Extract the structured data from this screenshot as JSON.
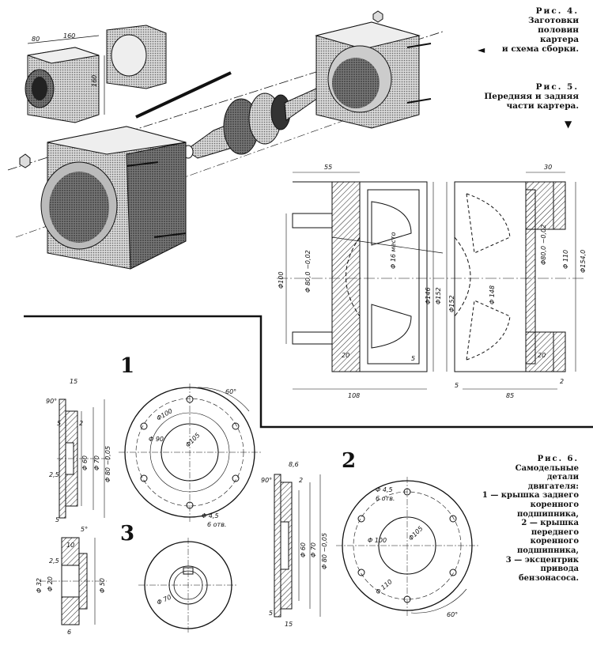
{
  "fig4": {
    "label": "Рис. 4.",
    "lines": [
      "Заготовки",
      "половин",
      "картера",
      "и схема сборки."
    ],
    "arrow": "◄"
  },
  "fig5": {
    "label": "Рис. 5.",
    "lines": [
      "Передняя и задняя",
      "части картера."
    ],
    "arrow": "▼"
  },
  "fig6": {
    "label": "Рис. 6.",
    "lines": [
      "Самодельные",
      "детали",
      "двигателя:",
      "1 — крышка заднего",
      "коренного",
      "подшипника,",
      "2 — крышка",
      "переднего",
      "коренного",
      "подшипника,",
      "3 — эксцентрик",
      "привода",
      "бензонасоса."
    ]
  },
  "part_numbers": {
    "p1": "1",
    "p2": "2",
    "p3": "3"
  },
  "dims_blanks": {
    "d80": "80",
    "d160a": "160",
    "d160b": "160"
  },
  "dims_crankcase": {
    "d55": "55",
    "d30": "30",
    "d108": "108",
    "d85": "85",
    "d20a": "20",
    "d20b": "20",
    "d5a": "5",
    "d5b": "5",
    "d2": "2",
    "phi100": "Φ100",
    "phi80l": "Φ 80,0 −0,02",
    "phi80r": "Φ80,0 −0,02",
    "phi146": "Φ146",
    "phi152a": "Φ152",
    "phi152b": "Φ152",
    "phi148": "Φ 148",
    "phi110": "Φ 110",
    "phi154": "Φ154,0",
    "phi16": "Φ 16 место"
  },
  "dims_part1": {
    "d15": "15",
    "a90": "90°",
    "d5t": "5",
    "d2": "2",
    "d25": "2,5",
    "d5b": "5",
    "phi60": "Φ 60",
    "phi70": "Φ 70",
    "phi80": "Φ 80 −0,05",
    "a60": "60°",
    "phi100": "Φ100",
    "phi90": "Φ 90",
    "phi55": "Φ105",
    "holes1": "Φ 4,5",
    "holes2": "6 отв."
  },
  "dims_part2": {
    "d86": "8,6",
    "a90": "90°",
    "d2": "2",
    "phi60": "Φ 60",
    "phi70": "Φ 70",
    "phi80": "Φ 80 −0,05",
    "d5": "5",
    "d15": "15",
    "holes1": "Φ 4,5",
    "holes2": "6 отв.",
    "phi100": "Φ 100",
    "phi55": "Φ105",
    "phi110": "Φ 110",
    "a60": "60°"
  },
  "dims_part3": {
    "a5": "5°",
    "d10": "10",
    "d25": "2,5",
    "phi32": "Φ 32",
    "phi20": "Φ 20",
    "phi50": "Φ 50",
    "d6": "6",
    "phi70": "Φ 70"
  }
}
